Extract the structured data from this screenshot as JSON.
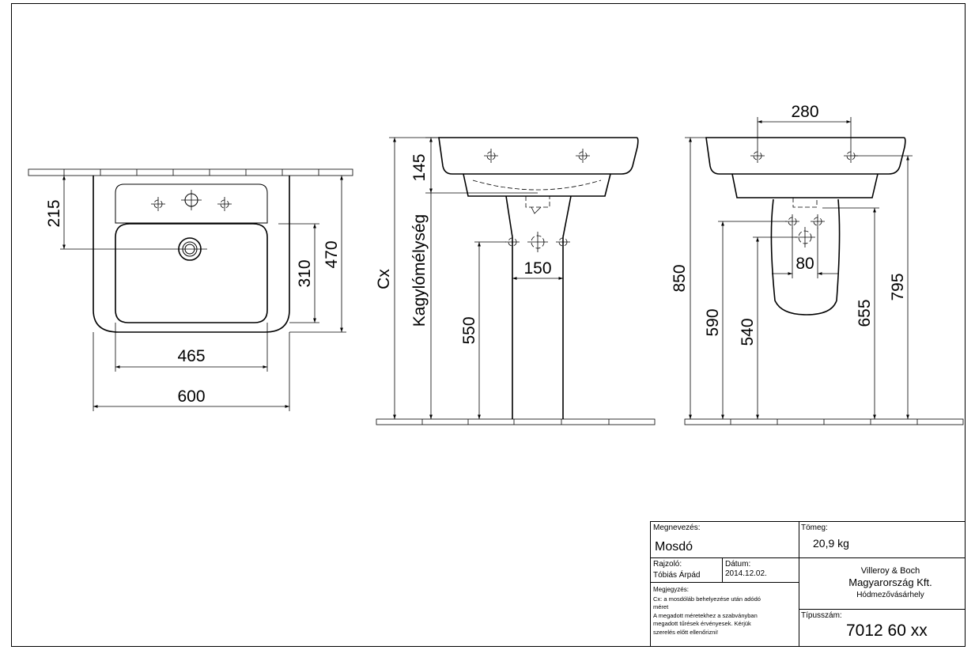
{
  "dimensions": {
    "top_view": {
      "d215": "215",
      "d310": "310",
      "d470": "470",
      "d465": "465",
      "d600": "600"
    },
    "side_view": {
      "d145": "145",
      "kagylomelyseg": "Kagylómélység",
      "cx": "Cx",
      "d550": "550",
      "d150": "150"
    },
    "front_view": {
      "d280": "280",
      "d850": "850",
      "d590": "590",
      "d540": "540",
      "d80": "80",
      "d655": "655",
      "d795": "795"
    }
  },
  "title_block": {
    "megnevezes_label": "Megnevezés:",
    "megnevezes_value": "Mosdó",
    "tomeg_label": "Tömeg:",
    "tomeg_value": "20,9 kg",
    "rajzolo_label": "Rajzoló:",
    "rajzolo_value": "Tóbiás Árpád",
    "datum_label": "Dátum:",
    "datum_value": "2014.12.02.",
    "company_line1": "Villeroy  & Boch",
    "company_line2": "Magyarország Kft.",
    "company_line3": "Hódmezővásárhely",
    "megjegyzes_label": "Megjegyzés:",
    "megjegyzes_lines": [
      "Cx: a mosdóláb behelyezése után adódó",
      "méret",
      "A megadott méretekhez a szabványban",
      "megadott tűrések érvényesek. Kérjük",
      "szerelés előtt ellenőrizni!"
    ],
    "tipusszam_label": "Típusszám:",
    "tipusszam_value": "7012 60 xx"
  }
}
